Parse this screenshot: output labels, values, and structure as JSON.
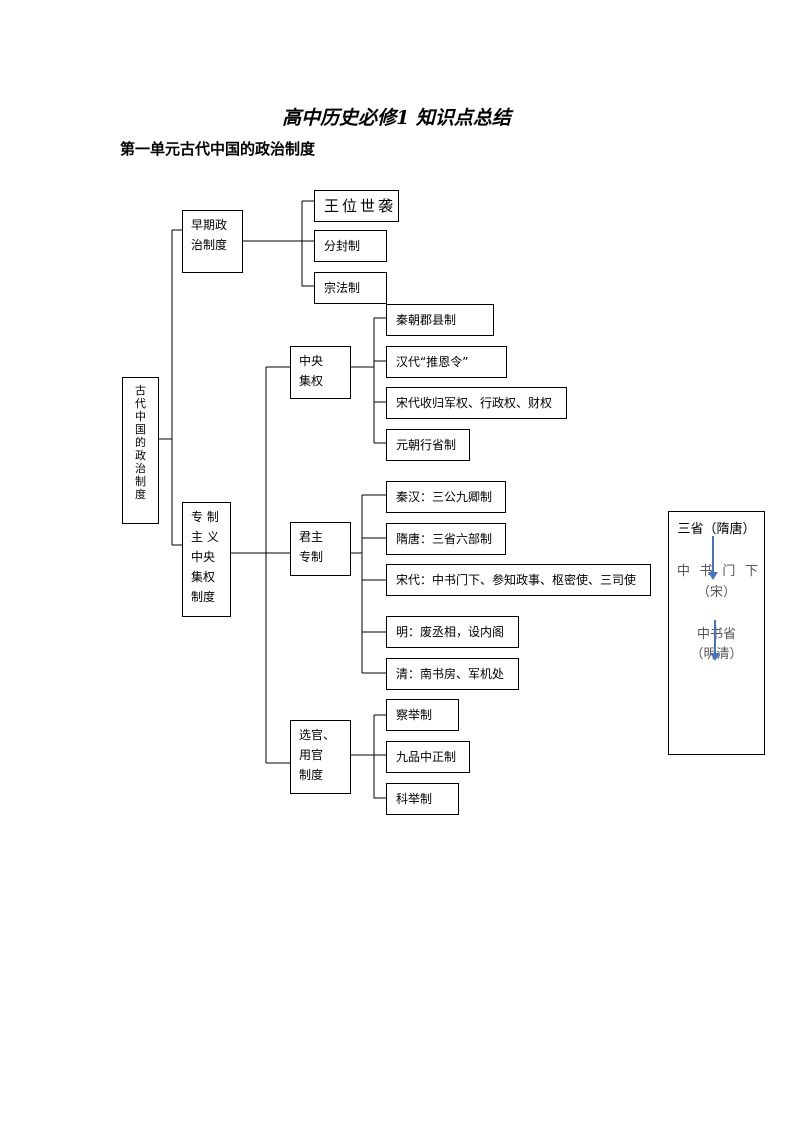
{
  "title": "高中历史必修1 知识点总结",
  "unit_title": "第一单元古代中国的政治制度",
  "root_label": [
    "古",
    "代",
    "中",
    "国",
    "的",
    "政",
    "治",
    "制",
    "度"
  ],
  "early": {
    "label": [
      "早期政",
      "治制度"
    ],
    "items": [
      "王位世袭",
      "分封制",
      "宗法制"
    ]
  },
  "autocracy": {
    "label": [
      "专 制",
      "主 义",
      "中央",
      "集权",
      "制度"
    ]
  },
  "central": {
    "label": [
      "中央",
      "集权"
    ],
    "items": [
      "秦朝郡县制",
      "汉代“推恩令”",
      "宋代收归军权、行政权、财权",
      "元朝行省制"
    ]
  },
  "monarch": {
    "label": [
      "君主",
      "专制"
    ],
    "items": [
      "秦汉：三公九卿制",
      "隋唐：三省六部制",
      "宋代：中书门下、参知政事、枢密使、三司使",
      "明：废丞相，设内阁",
      "清：南书房、军机处"
    ]
  },
  "official": {
    "label": [
      "选官、",
      "用官",
      "制度"
    ],
    "items": [
      "察举制",
      "九品中正制",
      "科举制"
    ]
  },
  "sansheng": {
    "top": "三省（隋唐）",
    "zhong_chars": [
      "中",
      "书",
      "门",
      "下"
    ],
    "song": "（宋）",
    "zhongshu": "中书省",
    "mingqing": "（明清）",
    "arrow_color": "#4472c4"
  }
}
